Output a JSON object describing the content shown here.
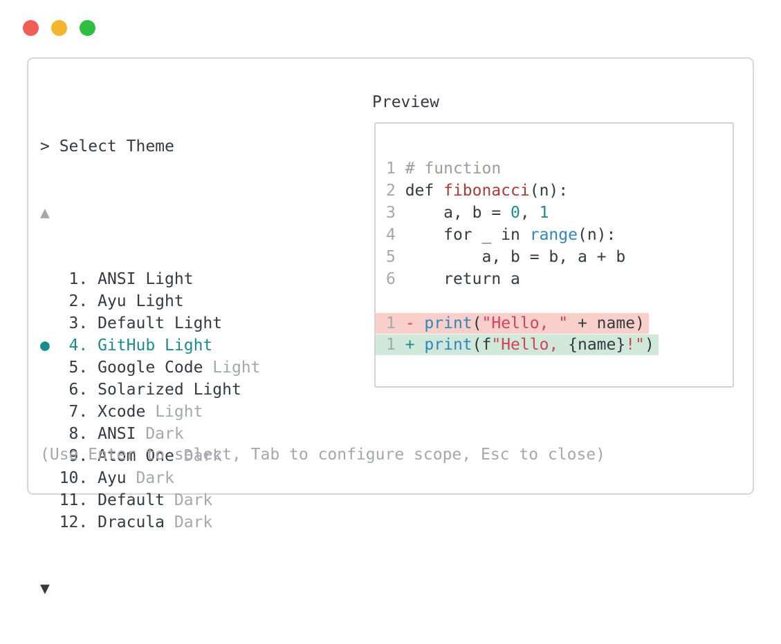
{
  "palette": {
    "window_border": "#d6d6d6",
    "panel_border": "#d4d4d4",
    "text": "#333a41",
    "muted": "#a4a8ac",
    "teal": "#1b8c8d",
    "function_red": "#ab3a39",
    "string_crimson": "#d6405c",
    "builtin_blue": "#2f86c1",
    "comment_gray": "#9ba095",
    "diff_del_bg": "#f9cfca",
    "diff_ins_bg": "#cfe8d9",
    "traffic_red": "#f15c55",
    "traffic_yellow": "#f3b52d",
    "traffic_green": "#2fbf40"
  },
  "theme_picker": {
    "title": "> Select Theme",
    "scroll_up": "▲",
    "scroll_down": "▼",
    "bullet": "●",
    "selected_number": 4,
    "items": [
      {
        "number": 1,
        "name": "ANSI Light",
        "muted_suffix": "",
        "selected": false
      },
      {
        "number": 2,
        "name": "Ayu Light",
        "muted_suffix": "",
        "selected": false
      },
      {
        "number": 3,
        "name": "Default Light",
        "muted_suffix": "",
        "selected": false
      },
      {
        "number": 4,
        "name": "GitHub Light",
        "muted_suffix": "",
        "selected": true
      },
      {
        "number": 5,
        "name": "Google Code",
        "muted_suffix": "Light",
        "selected": false
      },
      {
        "number": 6,
        "name": "Solarized Light",
        "muted_suffix": "",
        "selected": false
      },
      {
        "number": 7,
        "name": "Xcode",
        "muted_suffix": "Light",
        "selected": false
      },
      {
        "number": 8,
        "name": "ANSI",
        "muted_suffix": "Dark",
        "selected": false
      },
      {
        "number": 9,
        "name": "Atom One",
        "muted_suffix": "Dark",
        "selected": false
      },
      {
        "number": 10,
        "name": "Ayu",
        "muted_suffix": "Dark",
        "selected": false
      },
      {
        "number": 11,
        "name": "Default",
        "muted_suffix": "Dark",
        "selected": false
      },
      {
        "number": 12,
        "name": "Dracula",
        "muted_suffix": "Dark",
        "selected": false
      }
    ],
    "help_text": "(Use Enter to select, Tab to configure scope, Esc to close)"
  },
  "preview": {
    "label": "Preview",
    "code_lines": [
      {
        "line_number": "1",
        "diff": "",
        "tokens": [
          [
            "comment",
            "# function"
          ]
        ]
      },
      {
        "line_number": "2",
        "diff": "",
        "tokens": [
          [
            "text",
            "def "
          ],
          [
            "function",
            "fibonacci"
          ],
          [
            "text",
            "(n):"
          ]
        ]
      },
      {
        "line_number": "3",
        "diff": "",
        "tokens": [
          [
            "text",
            "    a, b = "
          ],
          [
            "number",
            "0"
          ],
          [
            "text",
            ", "
          ],
          [
            "number",
            "1"
          ]
        ]
      },
      {
        "line_number": "4",
        "diff": "",
        "tokens": [
          [
            "text",
            "    for _ in "
          ],
          [
            "builtin",
            "range"
          ],
          [
            "text",
            "(n):"
          ]
        ]
      },
      {
        "line_number": "5",
        "diff": "",
        "tokens": [
          [
            "text",
            "        a, b = b, a + b"
          ]
        ]
      },
      {
        "line_number": "6",
        "diff": "",
        "tokens": [
          [
            "text",
            "    return a"
          ]
        ]
      },
      {
        "line_number": "",
        "diff": "",
        "tokens": []
      },
      {
        "line_number": "1",
        "diff": "deleted",
        "tokens": [
          [
            "string",
            "- "
          ],
          [
            "builtin",
            "print"
          ],
          [
            "text",
            "("
          ],
          [
            "string",
            "\"Hello, \""
          ],
          [
            "text",
            " + name)"
          ]
        ]
      },
      {
        "line_number": "1",
        "diff": "added",
        "tokens": [
          [
            "teal",
            "+ "
          ],
          [
            "builtin",
            "print"
          ],
          [
            "text",
            "(f"
          ],
          [
            "string",
            "\"Hello, "
          ],
          [
            "text",
            "{name}"
          ],
          [
            "string",
            "!\""
          ],
          [
            "text",
            ")"
          ]
        ]
      }
    ]
  }
}
